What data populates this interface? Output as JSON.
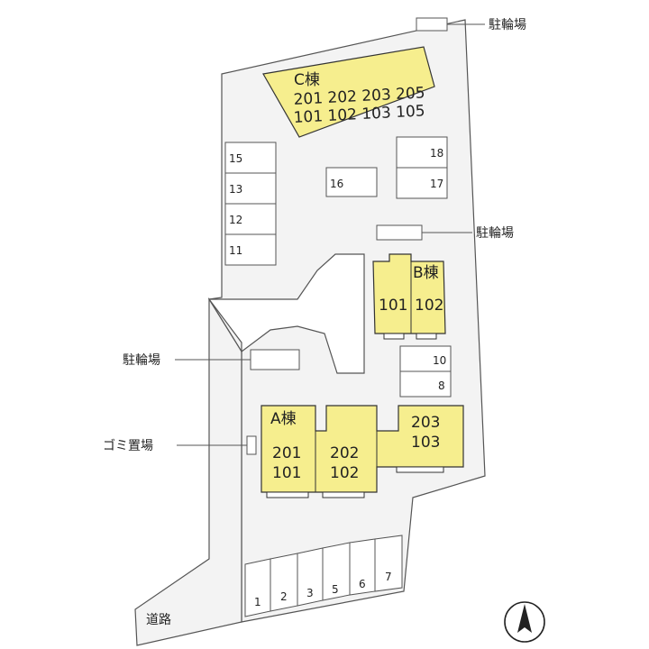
{
  "colors": {
    "site_fill": "#f3f3f3",
    "outline": "#555555",
    "building_fill": "#f6ee8e",
    "building_stroke": "#333333",
    "white": "#ffffff"
  },
  "labels": {
    "bike_parking_top": "駐輪場",
    "bike_parking_mid": "駐輪場",
    "bike_parking_left": "駐輪場",
    "garbage": "ゴミ置場",
    "road": "道路"
  },
  "buildings": {
    "c": {
      "name": "C棟",
      "row_upper": "201 202 203 205",
      "row_lower": "101 102 103 105"
    },
    "b": {
      "name": "B棟",
      "unit_left": "101",
      "unit_right": "102"
    },
    "a": {
      "name": "A棟",
      "unit1_upper": "201",
      "unit1_lower": "101",
      "unit2_upper": "202",
      "unit2_lower": "102",
      "unit3_upper": "203",
      "unit3_lower": "103"
    }
  },
  "parking": {
    "left_column": [
      "15",
      "13",
      "12",
      "11"
    ],
    "single": "16",
    "right_column": [
      "18",
      "17"
    ],
    "mid_column": [
      "10",
      "8"
    ],
    "bottom_row": [
      "1",
      "2",
      "3",
      "5",
      "6",
      "7"
    ]
  },
  "north_icon": "north-arrow-icon"
}
